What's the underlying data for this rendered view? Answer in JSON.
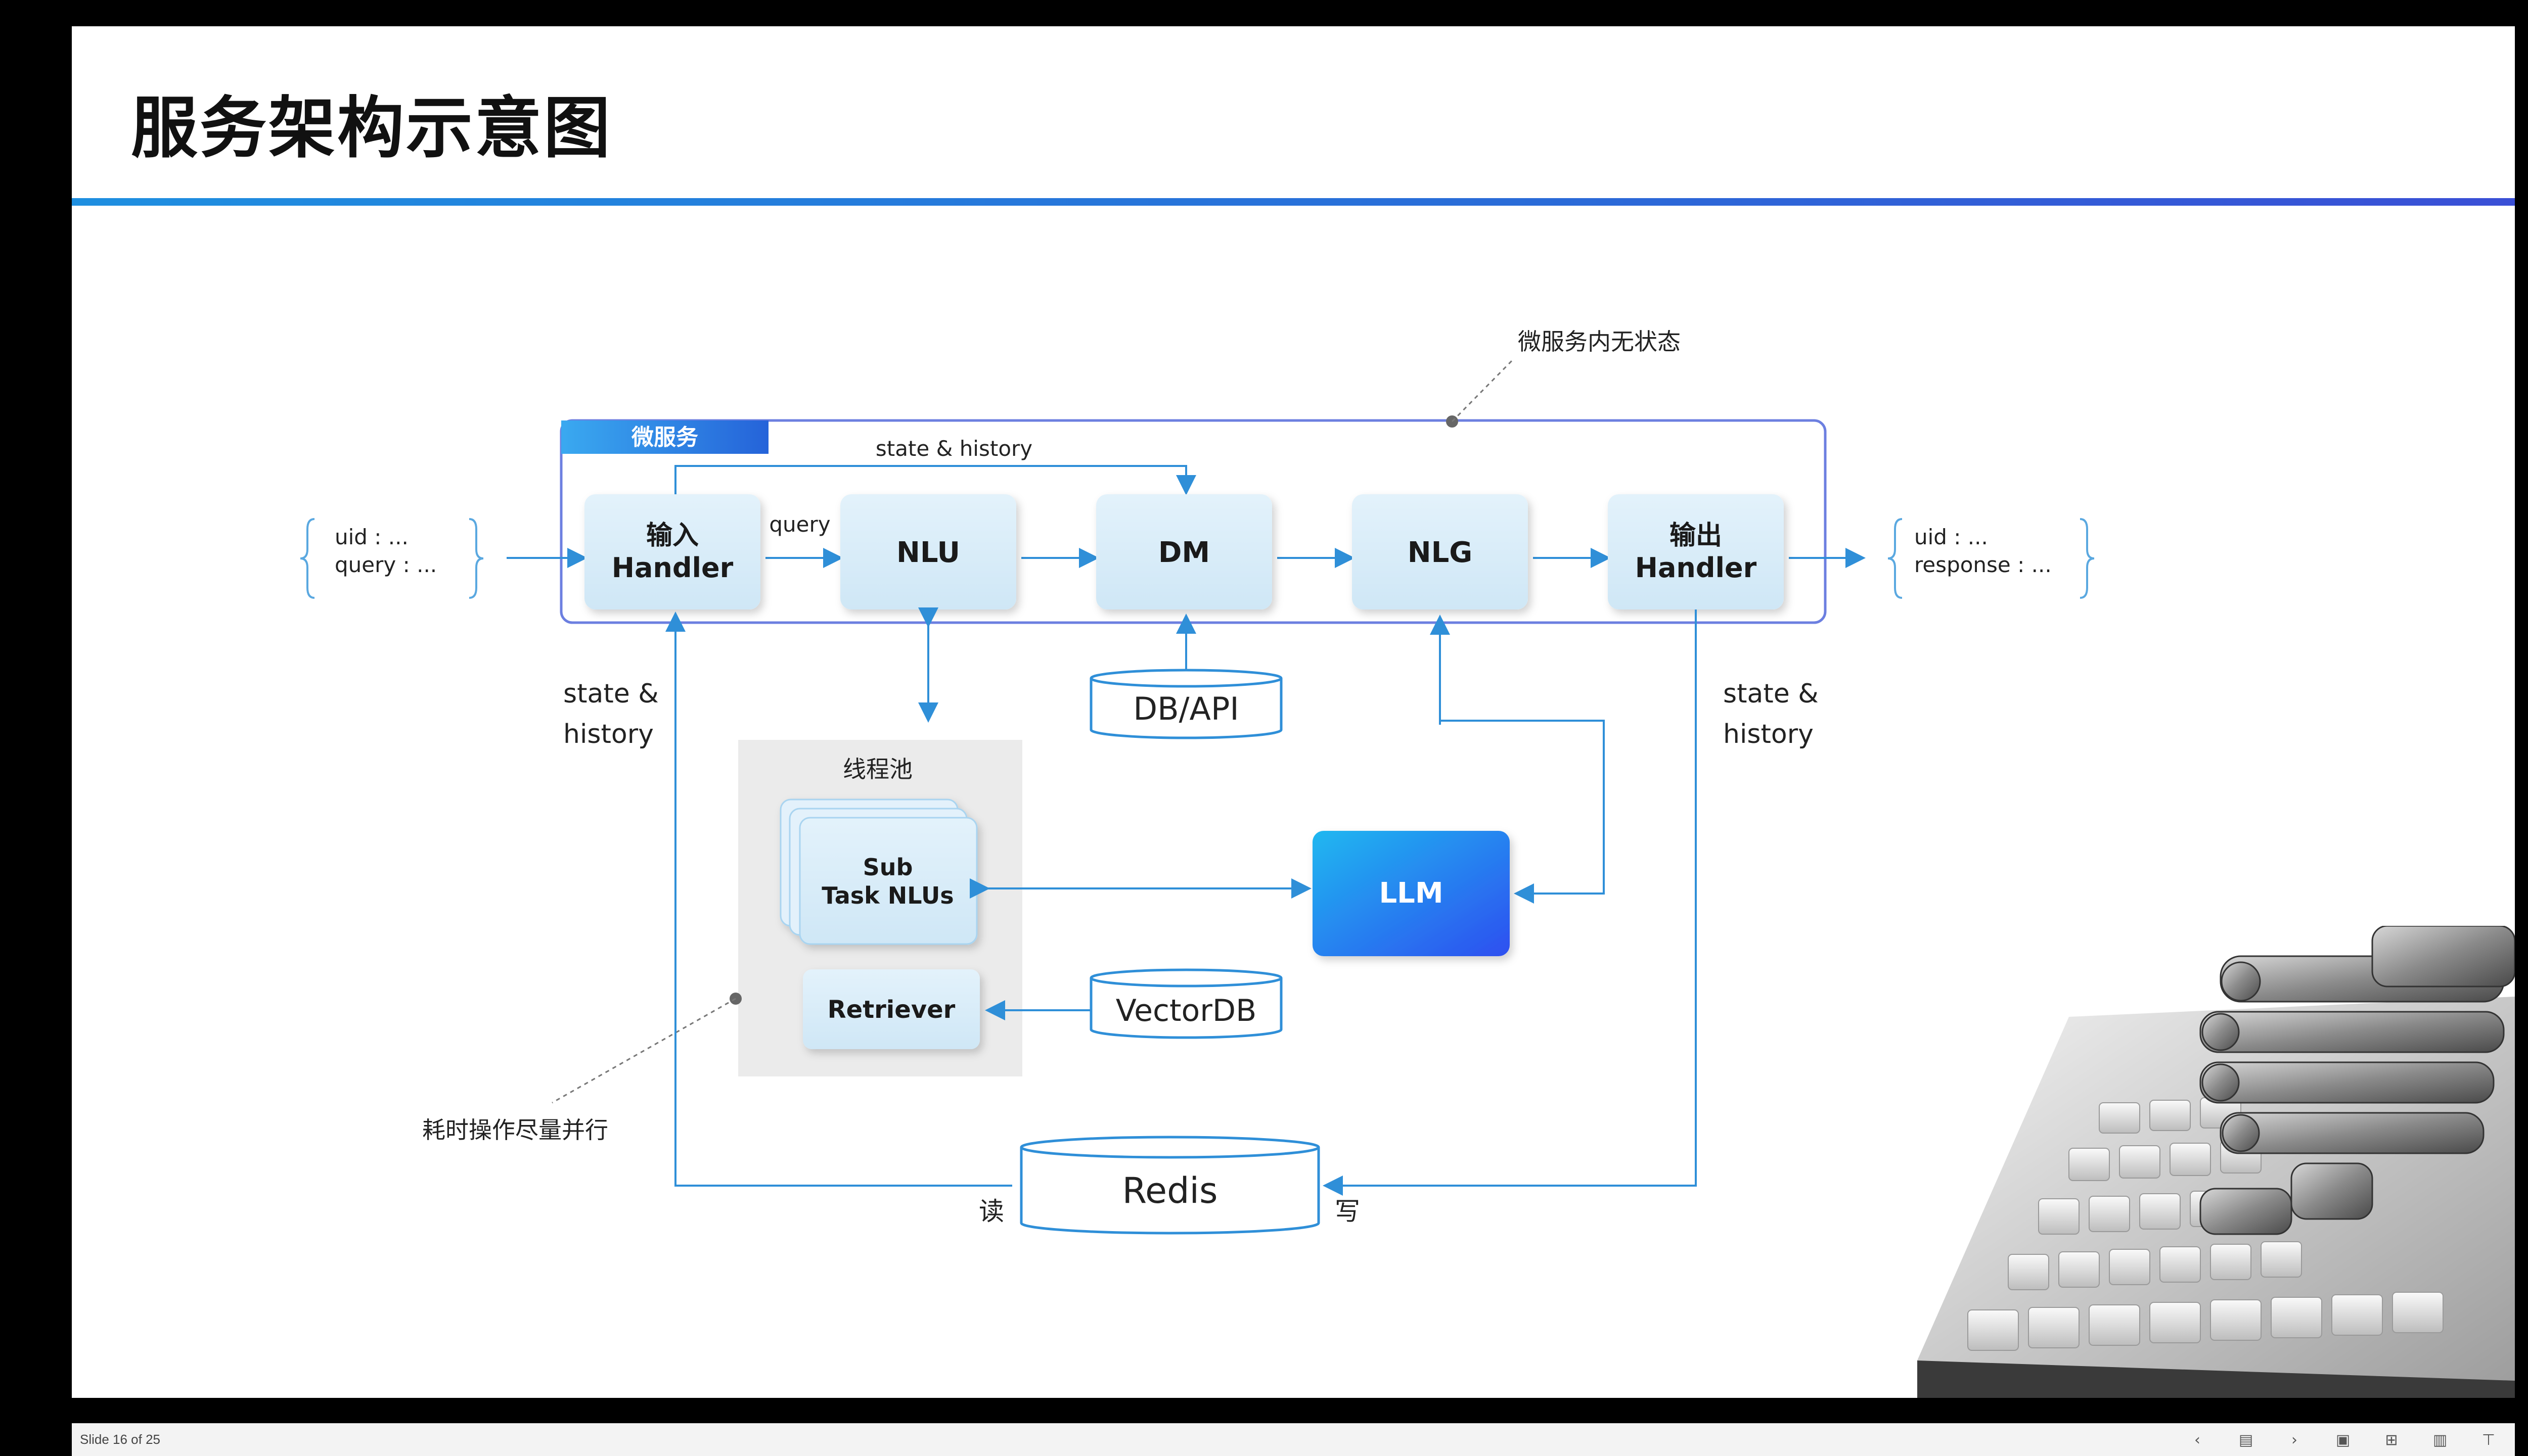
{
  "slide": {
    "title": "服务架构示意图"
  },
  "diagram": {
    "microservice_tag": "微服务",
    "stateless_note": "微服务内无状态",
    "parallel_note": "耗时操作尽量并行",
    "input_braces": {
      "line1": "uid : ...",
      "line2": "query : ..."
    },
    "output_braces": {
      "line1": "uid : ...",
      "line2": "response : ..."
    },
    "nodes": {
      "input_handler": {
        "line1": "输入",
        "line2": "Handler"
      },
      "nlu": "NLU",
      "dm": "DM",
      "nlg": "NLG",
      "output_handler": {
        "line1": "输出",
        "line2": "Handler"
      },
      "llm": "LLM",
      "subtask": {
        "line1": "Sub",
        "line2": "Task NLUs"
      },
      "retriever": "Retriever",
      "thread_pool": "线程池"
    },
    "stores": {
      "db_api": "DB/API",
      "vectordb": "VectorDB",
      "redis": "Redis"
    },
    "edge_labels": {
      "query": "query",
      "state_history_top": "state & history",
      "state_history_left": {
        "line1": "state &",
        "line2": "history"
      },
      "state_history_right": {
        "line1": "state &",
        "line2": "history"
      },
      "read": "读",
      "write": "写"
    }
  },
  "statusbar": {
    "slide_counter": "Slide 16 of 25"
  },
  "colors": {
    "accent": "#2f8fd8",
    "node_fill": "#d6ecf8",
    "llm_gradient_start": "#1fb8f0",
    "llm_gradient_end": "#2e4ff0",
    "tag_gradient": "#2a8be3"
  }
}
